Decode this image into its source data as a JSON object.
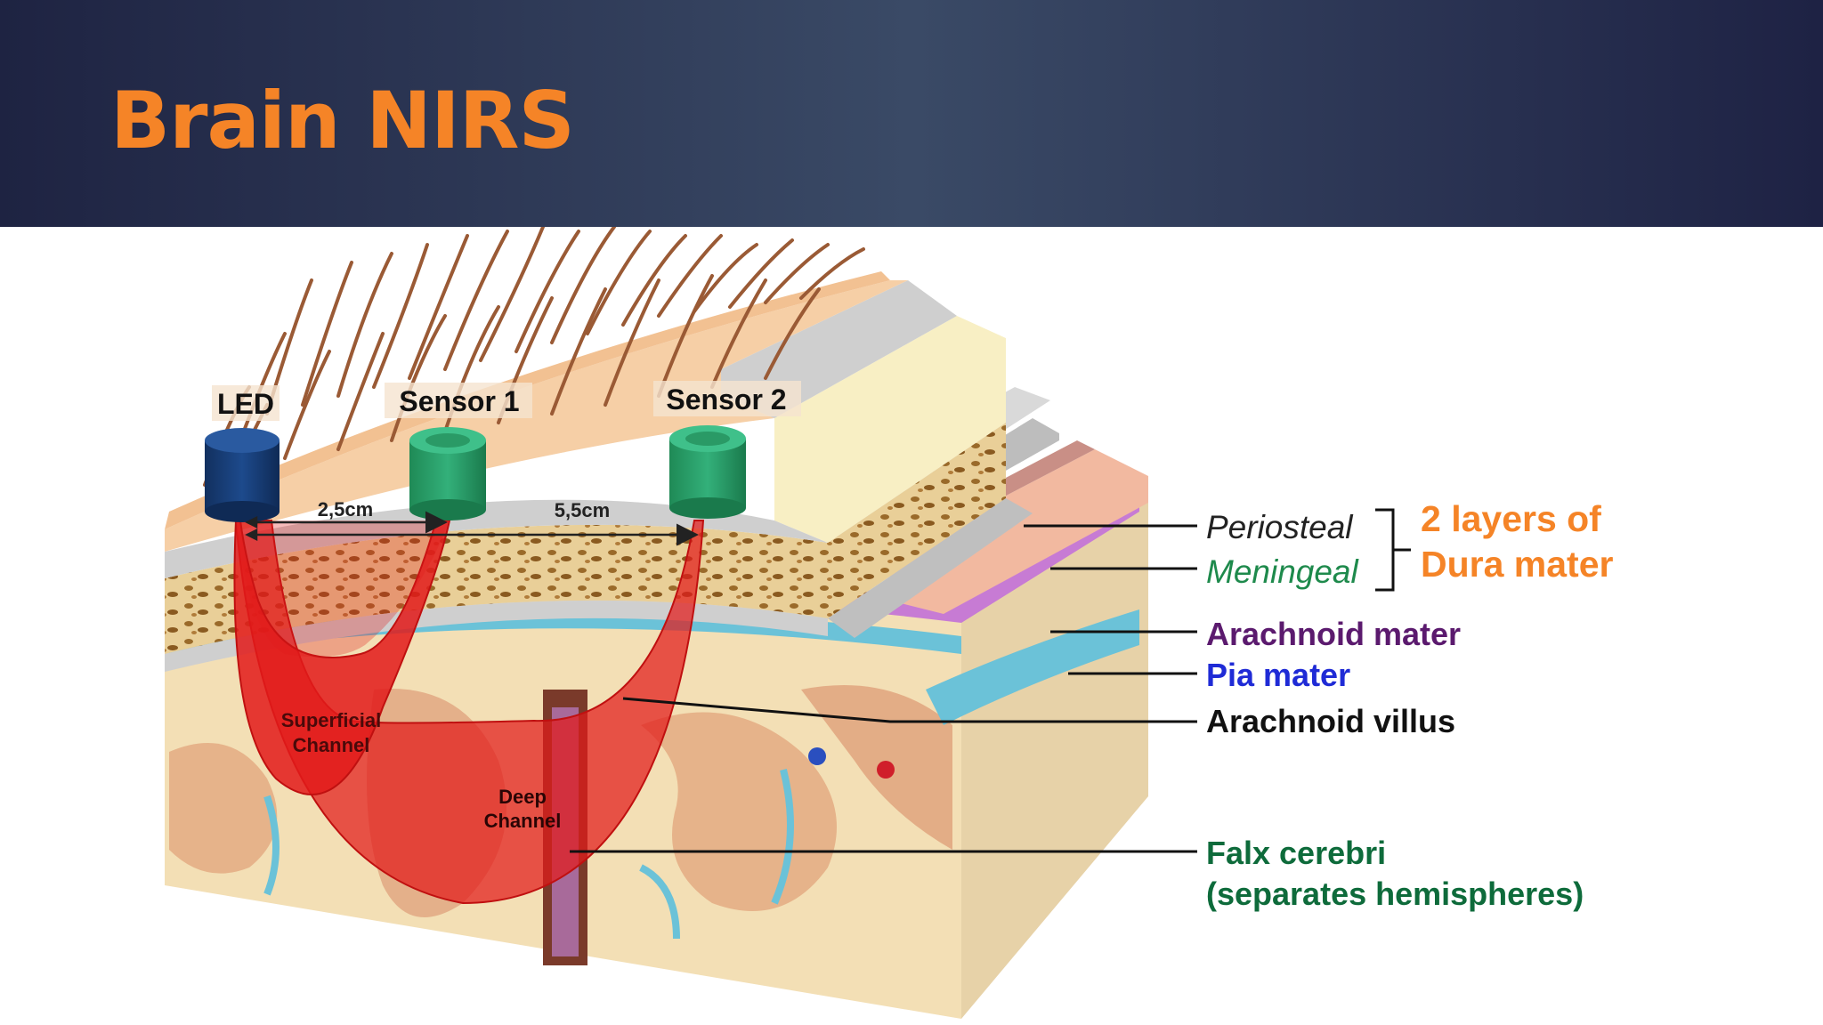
{
  "slide": {
    "title": "Brain NIRS"
  },
  "colors": {
    "accent_orange": "#f58427",
    "header_dark": "#1e2342",
    "led_blue": "#1d3f7a",
    "sensor_green": "#2e9e6a",
    "channel_red": "#e21a1a",
    "arachnoid_purple": "#5b1a6e",
    "pia_blue": "#1f2bd6",
    "falx_green": "#0e6b3b",
    "meningeal_green": "#1e8a4c"
  },
  "probes": {
    "led": "LED",
    "sensor1": "Sensor 1",
    "sensor2": "Sensor 2",
    "distance1": "2,5cm",
    "distance2": "5,5cm"
  },
  "channels": {
    "superficial_line1": "Superficial",
    "superficial_line2": "Channel",
    "deep_line1": "Deep",
    "deep_line2": "Channel"
  },
  "labels": {
    "periosteal": "Periosteal",
    "meningeal": "Meningeal",
    "dura_line1": "2 layers of",
    "dura_line2": "Dura mater",
    "arachnoid_mater": "Arachnoid mater",
    "pia_mater": "Pia mater",
    "arachnoid_villus": "Arachnoid villus",
    "falx_line1": "Falx cerebri",
    "falx_line2": "(separates hemispheres)"
  }
}
